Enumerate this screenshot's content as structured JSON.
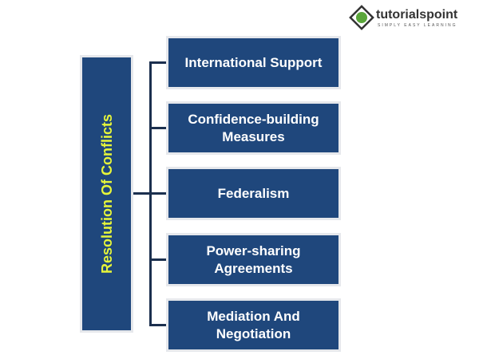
{
  "logo": {
    "name": "tutorialspoint",
    "tagline": "SIMPLY EASY LEARNING"
  },
  "root": {
    "label": "Resolution Of Conflicts"
  },
  "branches": [
    {
      "label": "International Support"
    },
    {
      "label": "Confidence-building Measures"
    },
    {
      "label": "Federalism"
    },
    {
      "label": "Power-sharing Agreements"
    },
    {
      "label": "Mediation And Negotiation"
    }
  ],
  "colors": {
    "box": "#1f477c",
    "root_text": "#e6f53a",
    "line": "#1b2f4e"
  }
}
